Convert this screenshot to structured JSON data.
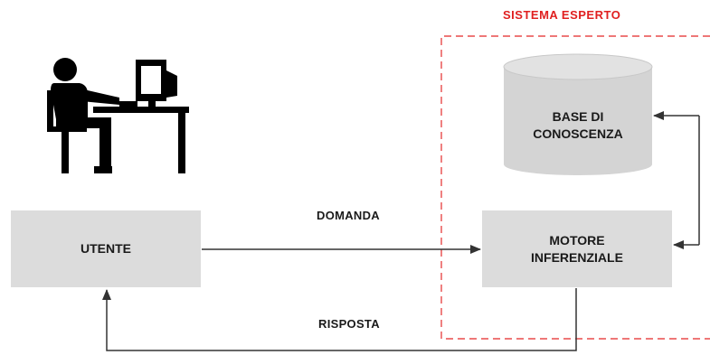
{
  "system": {
    "title": "SISTEMA ESPERTO",
    "border_color": "#e84a4a",
    "title_color": "#e02020"
  },
  "nodes": {
    "user": {
      "label": "UTENTE"
    },
    "knowledge_base": {
      "line1": "BASE DI",
      "line2": "CONOSCENZA"
    },
    "inference_engine": {
      "line1": "MOTORE",
      "line2": "INFERENZIALE"
    }
  },
  "edges": {
    "question": {
      "label": "DOMANDA"
    },
    "answer": {
      "label": "RISPOSTA"
    }
  },
  "icons": {
    "user_at_computer": "person-at-desk-icon"
  },
  "colors": {
    "box_fill": "#dcdcdc",
    "cylinder_fill": "#d4d4d4",
    "cylinder_top": "#e2e2e2",
    "line": "#333333",
    "silhouette": "#000000"
  }
}
